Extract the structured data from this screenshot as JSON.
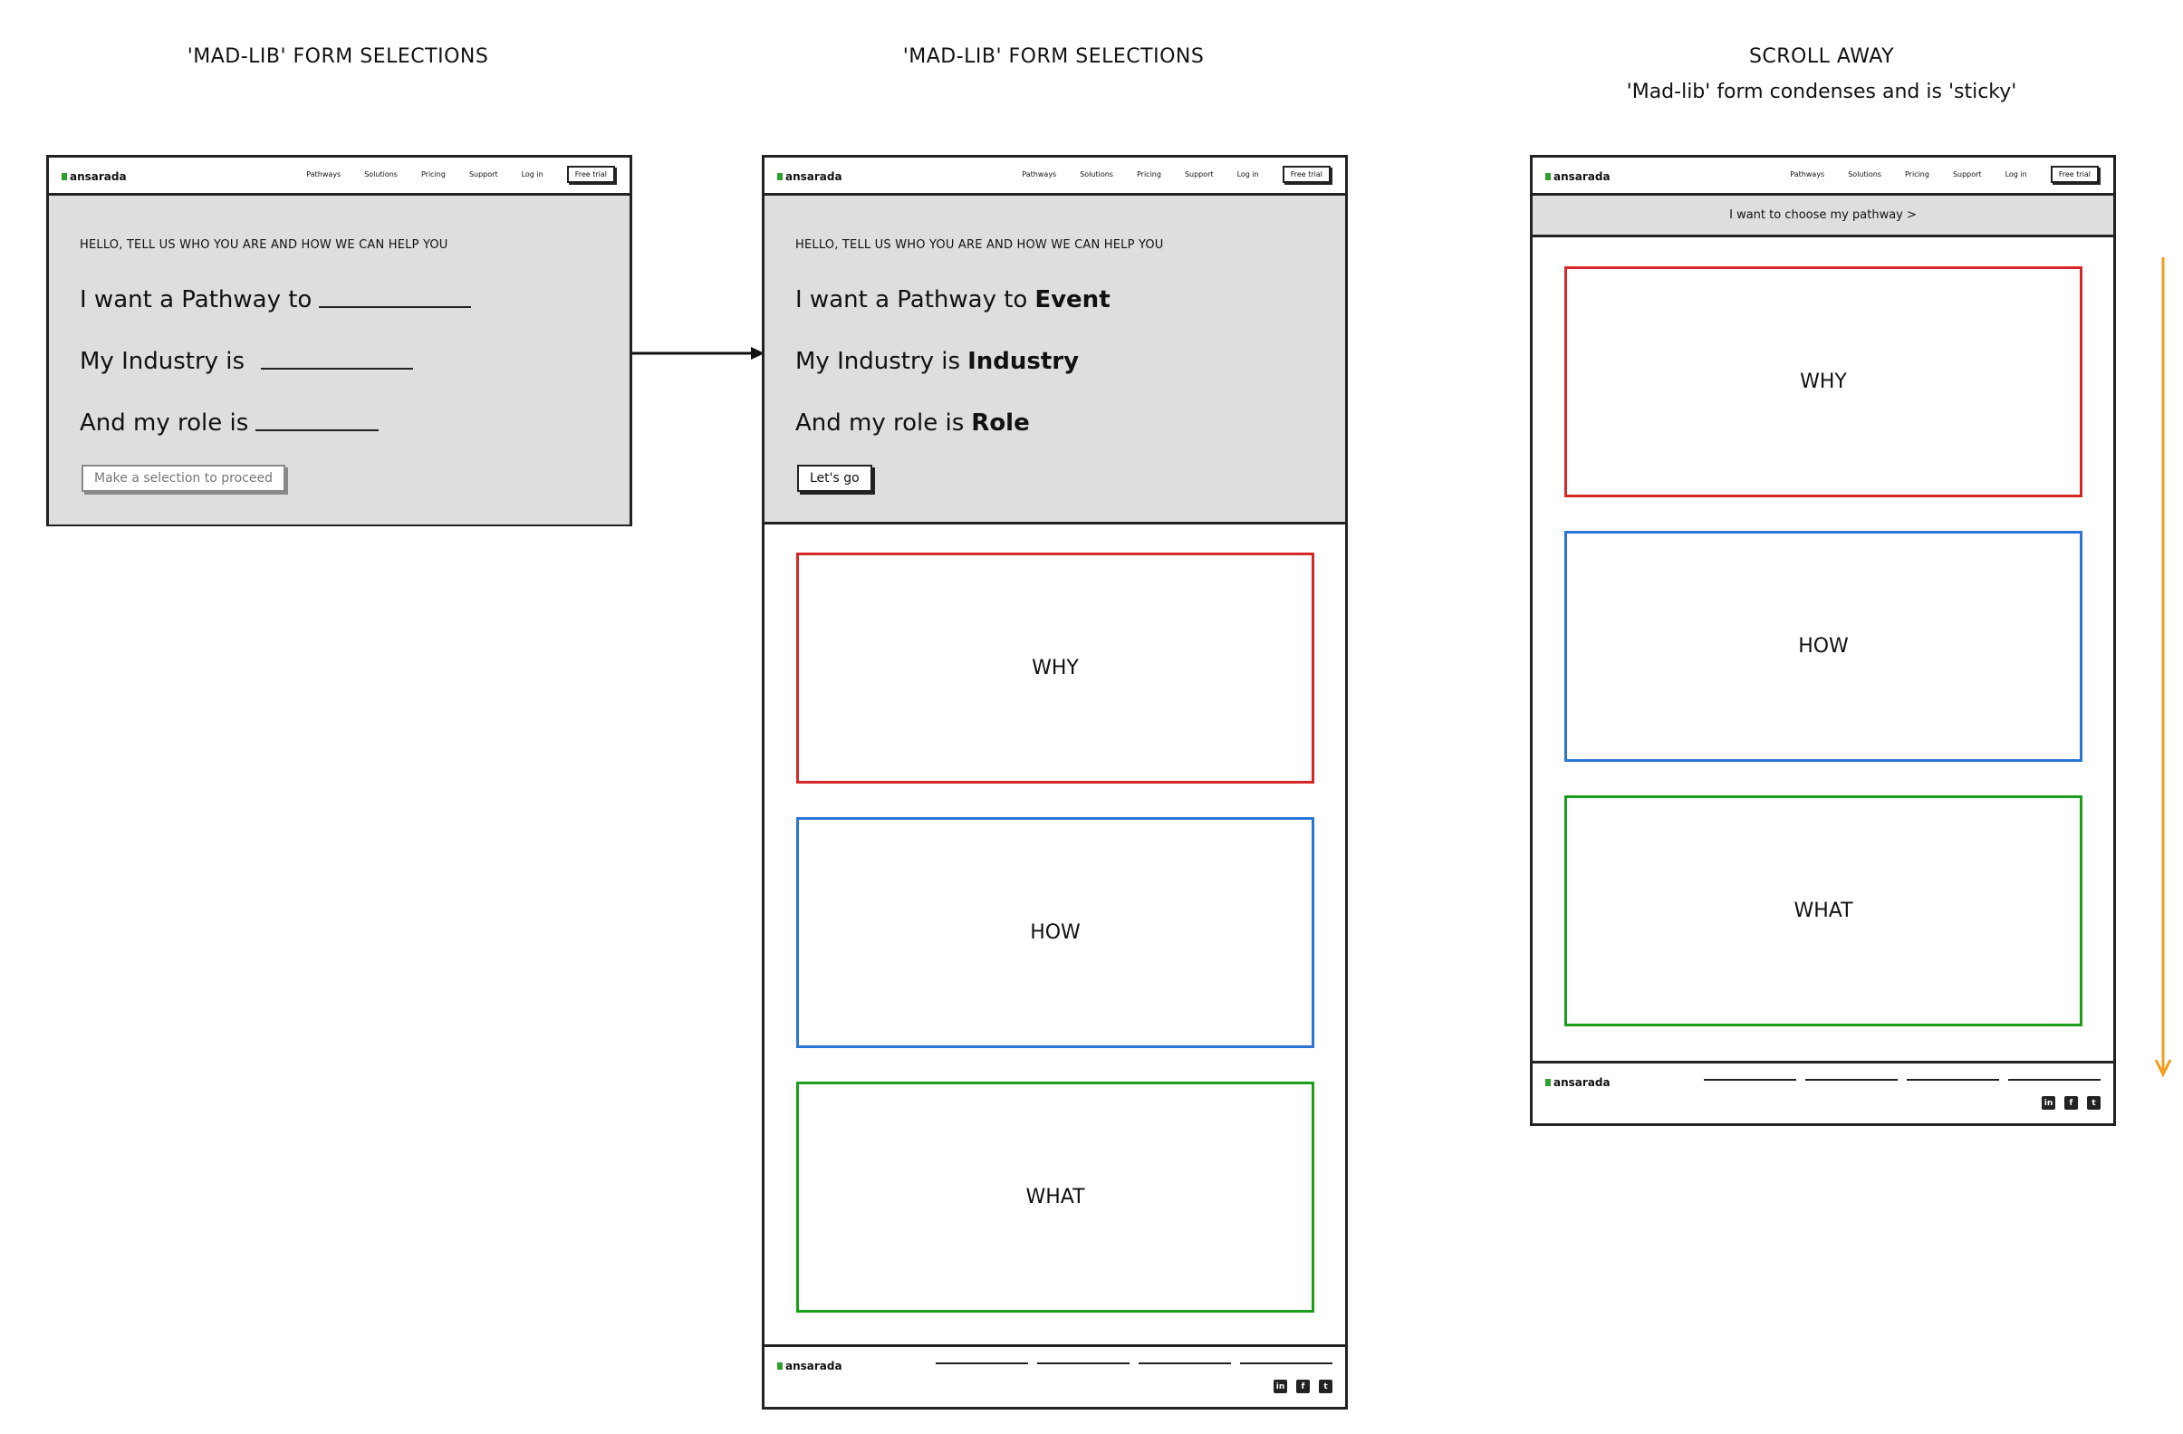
{
  "captions": {
    "col1_title": "'MAD-LIB' FORM SELECTIONS",
    "col2_title": "'MAD-LIB' FORM SELECTIONS",
    "col3_title": "SCROLL AWAY",
    "col3_subtitle": "'Mad-lib' form condenses and is 'sticky'"
  },
  "brand": {
    "name": "ansarada",
    "logo_color": "#2ca02c"
  },
  "nav": {
    "links": [
      "Pathways",
      "Solutions",
      "Pricing",
      "Support",
      "Log in"
    ],
    "cta": "Free trial"
  },
  "form": {
    "intro": "HELLO, TELL US WHO YOU ARE AND HOW WE CAN HELP YOU",
    "pathway_prefix": "I want a Pathway to",
    "industry_prefix": "My Industry is",
    "role_prefix": "And my role is",
    "disabled_button": "Make a selection to proceed",
    "selected": {
      "pathway": "Event",
      "industry": "Industry",
      "role": "Role"
    },
    "submit_button": "Let's go"
  },
  "sticky_bar": {
    "text": "I want to choose my pathway >"
  },
  "sections": [
    {
      "label": "WHY",
      "color": "#d62728"
    },
    {
      "label": "HOW",
      "color": "#2a75d3"
    },
    {
      "label": "WHAT",
      "color": "#1a9e1a"
    }
  ],
  "social_icons": [
    {
      "icon": "linkedin-icon",
      "glyph": "in"
    },
    {
      "icon": "facebook-icon",
      "glyph": "f"
    },
    {
      "icon": "twitter-icon",
      "glyph": "t"
    }
  ],
  "colors": {
    "transition_arrow": "#111111",
    "scroll_arrow": "#f39c1f",
    "hero_bg": "#dedede"
  }
}
